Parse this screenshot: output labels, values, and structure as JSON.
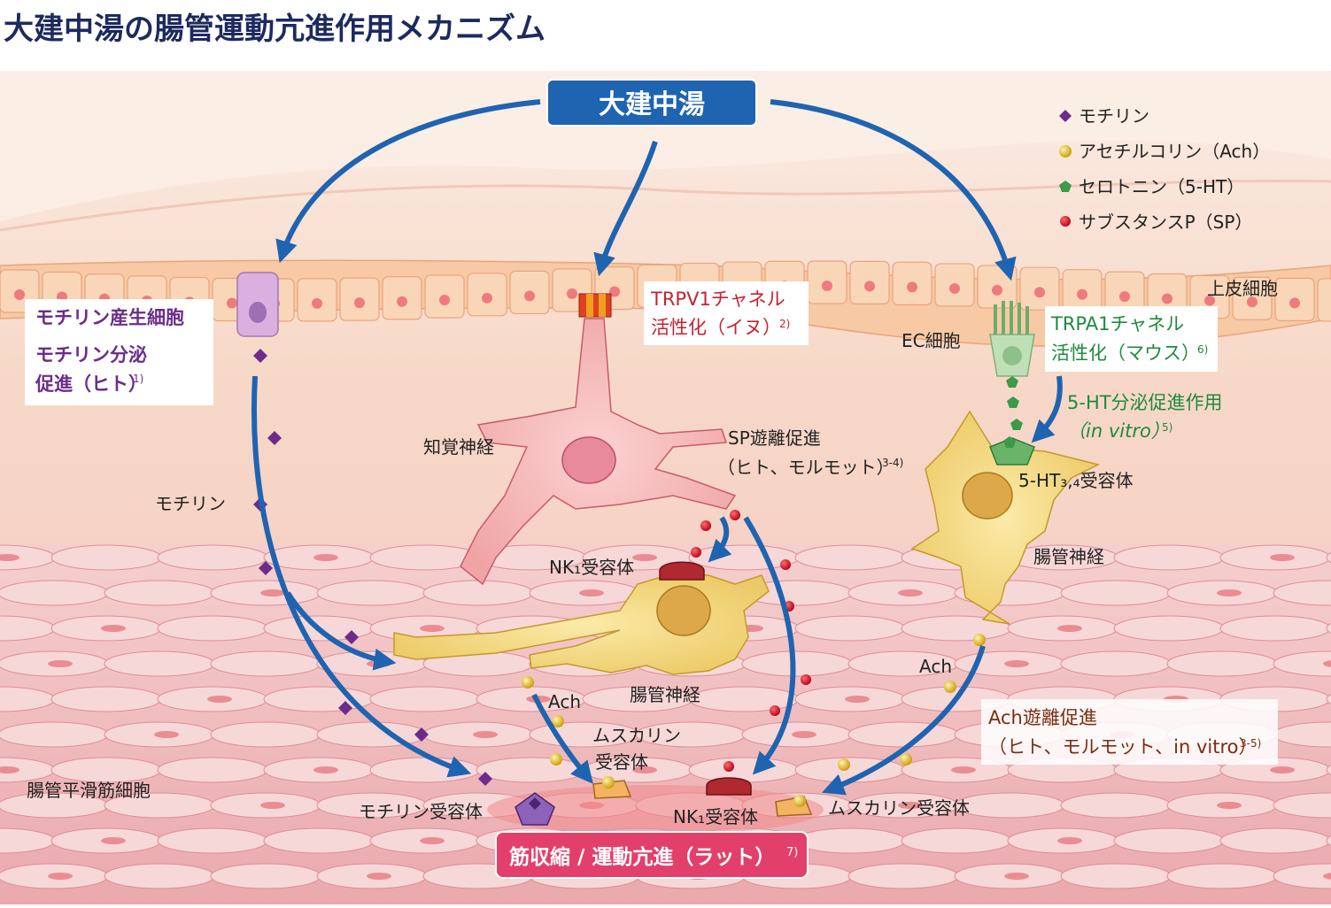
{
  "title": "大建中湯の腸管運動亢進作用メカニズム",
  "colors": {
    "blue": "#1f64b0",
    "title_navy": "#1d2a5e",
    "purple": "#6b2c8b",
    "red": "#c8212f",
    "green": "#1f8a3c",
    "brown": "#7a2e12",
    "pink_badge": "#e2406a"
  },
  "center_box": {
    "label": "大建中湯"
  },
  "legend": [
    {
      "icon": "diamond-purple-icon",
      "label": "モチリン"
    },
    {
      "icon": "ball-yellow-icon",
      "label": "アセチルコリン（Ach）"
    },
    {
      "icon": "pentagon-green-icon",
      "label": "セロトニン（5-HT）"
    },
    {
      "icon": "dot-red-icon",
      "label": "サブスタンスP（SP）"
    }
  ],
  "labels": {
    "epithelium": "上皮細胞",
    "ec_cell": "EC細胞",
    "sensory_nerve": "知覚神経",
    "enteric_nerve_center": "腸管神経",
    "enteric_nerve_right": "腸管神経",
    "motilin_flow": "モチリン",
    "nk1_upper": "NK₁受容体",
    "nk1_lower": "NK₁受容体",
    "ht34": "5-HT₃,₄受容体",
    "ach_center": "Ach",
    "ach_right": "Ach",
    "muscarinic_center_line1": "ムスカリン",
    "muscarinic_center_line2": "受容体",
    "muscarinic_right": "ムスカリン受容体",
    "motilin_receptor": "モチリン受容体",
    "smooth_muscle": "腸管平滑筋細胞",
    "sp_release_line1": "SP遊離促進",
    "sp_release_line2": "（ヒト、モルモット）",
    "sp_release_ref": "3-4)"
  },
  "boxes": {
    "motilin": {
      "line1": "モチリン産生細胞",
      "line2": "モチリン分泌",
      "line3": "促進（ヒト）",
      "ref": "1)"
    },
    "trpv1": {
      "line1": "TRPV1チャネル",
      "line2": "活性化（イヌ）",
      "ref": "2)"
    },
    "trpa1": {
      "line1": "TRPA1チャネル",
      "line2": "活性化（マウス）",
      "ref": "6)"
    },
    "ht_secretion": {
      "line1": "5-HT分泌促進作用",
      "line2": "（in vitro）",
      "ref": "5)"
    },
    "ach_release": {
      "line1": "Ach遊離促進",
      "line2": "（ヒト、モルモット、in vitro）",
      "ref": "3-5)"
    }
  },
  "bottom_badge": {
    "label": "筋収縮 / 運動亢進（ラット）",
    "ref": "7)"
  }
}
